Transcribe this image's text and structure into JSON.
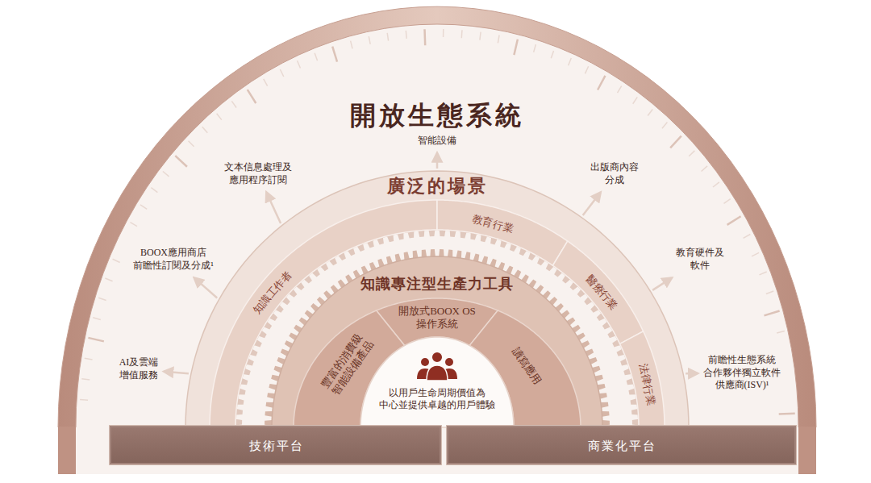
{
  "diagram": {
    "title": "開放生態系統",
    "nodes": [
      {
        "text": [
          "廣泛的場景"
        ]
      },
      {
        "text": [
          "知識工作者"
        ],
        "in": 0
      },
      {
        "text": [
          "教育行業"
        ],
        "in": 0
      },
      {
        "text": [
          "醫療行業"
        ],
        "in": 0
      },
      {
        "text": [
          "法律行業"
        ],
        "in": 0
      },
      {
        "text": [
          "知識專注型生產力工具"
        ],
        "in": 0
      },
      {
        "text": [
          "豐富的消費級智能設備產品"
        ],
        "in": 5
      },
      {
        "text": [
          "開放式BOOX OS操作系統"
        ],
        "in": 5
      },
      {
        "text": [
          "讀寫應用"
        ],
        "in": 5
      },
      {
        "text": [
          "以用戶生命周期價值為中心並提供卓越的用戶體驗"
        ],
        "in": 5
      },
      {
        "text": [
          "技術平台"
        ]
      },
      {
        "text": [
          "商業化平台"
        ]
      }
    ],
    "labels": [
      "智能設備",
      "文本信息處理及應用程序訂閱",
      "出版商內容分成",
      "BOOX應用商店前瞻性訂閱及分成¹",
      "教育硬件及軟件",
      "AI及雲端增值服務",
      "前瞻性生態系統合作夥伴獨立軟件供應商(ISV)¹"
    ]
  }
}
